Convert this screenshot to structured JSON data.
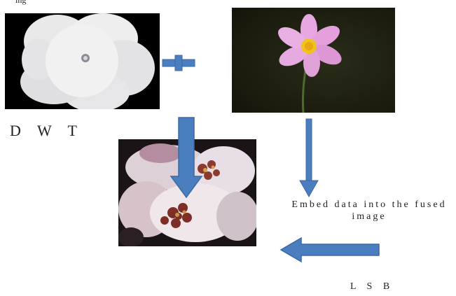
{
  "caption_fragment": "ing",
  "labels": {
    "dwt": "D W T",
    "embed": "Embed data into the fused image",
    "lsb": "L S B"
  },
  "images": {
    "white_flower": {
      "description": "white petunia flower on black background"
    },
    "pink_flower": {
      "description": "pink cosmos flower on dark green background"
    },
    "fused": {
      "description": "fused image of pink-white flowers with dark red stamens"
    }
  },
  "colors": {
    "arrow_blue": "#4a7ebf",
    "arrow_stroke": "#3b6aa5"
  }
}
